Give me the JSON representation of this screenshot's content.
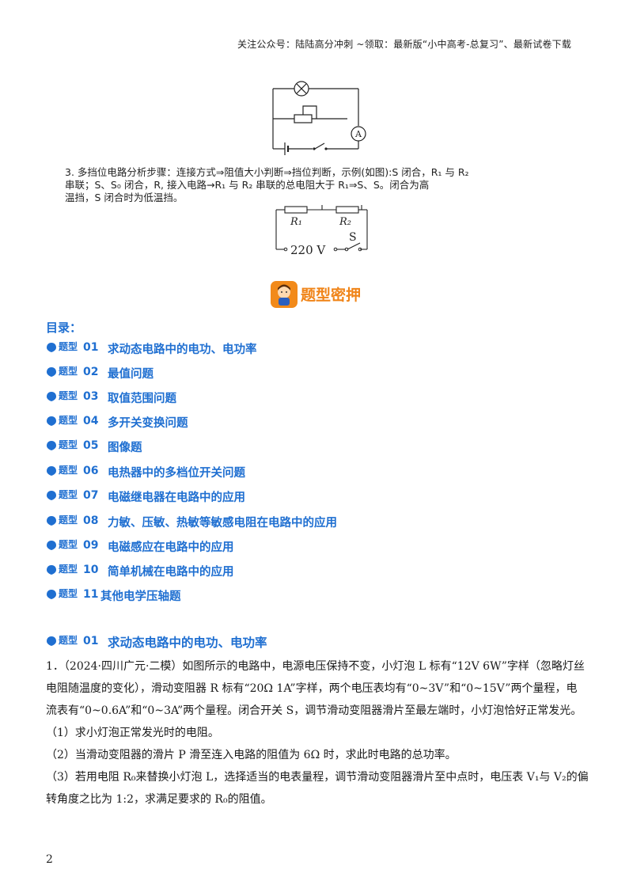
{
  "header": {
    "text": "关注公众号：陆陆高分冲刺 ~领取：最新版“小中高考-总复习”、最新试卷下载"
  },
  "circuit1": {
    "ammeter_label": "A"
  },
  "step3": {
    "line1": "3. 多挡位电路分析步骤：连接方式⇒阻值大小判断⇒挡位判断，示例(如图):S 闭合，R₁ 与 R₂",
    "line2": "串联；S、S₀ 闭合，R, 接入电路→R₁ 与 R₂ 串联的总电阻大于 R₁⇒S、S。闭合为高",
    "line3": "温挡，S 闭合时为低温挡。"
  },
  "circuit2": {
    "r1_label": "R₁",
    "r2_label": "R₂",
    "switch_label": "S",
    "voltage_label": "220 V"
  },
  "banner": {
    "title": "题型密押"
  },
  "toc": {
    "title": "目录：",
    "prefix": "题型",
    "items": [
      {
        "num": "01",
        "label": "求动态电路中的电功、电功率"
      },
      {
        "num": "02",
        "label": "最值问题"
      },
      {
        "num": "03",
        "label": "取值范围问题"
      },
      {
        "num": "04",
        "label": "多开关变换问题"
      },
      {
        "num": "05",
        "label": "图像题"
      },
      {
        "num": "06",
        "label": "电热器中的多档位开关问题"
      },
      {
        "num": "07",
        "label": "电磁继电器在电路中的应用"
      },
      {
        "num": "08",
        "label": "力敏、压敏、热敏等敏感电阻在电路中的应用"
      },
      {
        "num": "09",
        "label": "电磁感应在电路中的应用"
      },
      {
        "num": "10",
        "label": "简单机械在电路中的应用"
      },
      {
        "num": "11",
        "label": "其他电学压轴题"
      }
    ]
  },
  "section": {
    "prefix": "题型",
    "num": "01",
    "label": "求动态电路中的电功、电功率"
  },
  "question": {
    "lines": [
      "1．（2024·四川广元·二模）如图所示的电路中，电源电压保持不变，小灯泡 L 标有“12V  6W”字样（忽略灯丝",
      "电阻随温度的变化），滑动变阻器 R 标有“20Ω  1A”字样，两个电压表均有“0~3V”和“0~15V”两个量程，电",
      "流表有“0~0.6A”和“0~3A”两个量程。闭合开关 S，调节滑动变阻器滑片至最左端时，小灯泡恰好正常发光。",
      "（1）求小灯泡正常发光时的电阻。",
      "（2）当滑动变阻器的滑片 P 滑至连入电路的阻值为 6Ω 时，求此时电路的总功率。",
      "（3）若用电阻 R₀来替换小灯泡 L，选择适当的电表量程，调节滑动变阻器滑片至中点时，电压表 V₁与 V₂的偏",
      "转角度之比为 1:2，求满足要求的 R₀的阻值。"
    ]
  },
  "page_number": "2",
  "colors": {
    "accent_blue": "#1f6fd1",
    "banner_orange": "#f08418"
  }
}
